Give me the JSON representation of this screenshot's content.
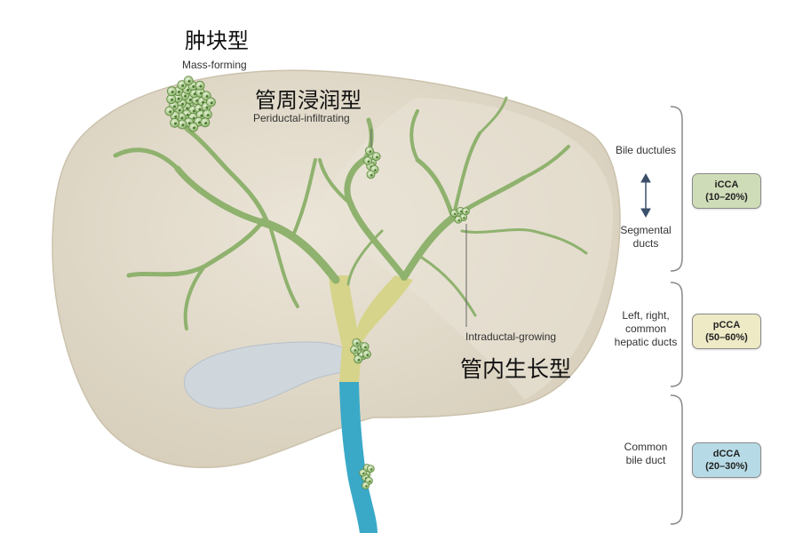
{
  "tumor_types": {
    "mass_forming": {
      "cn": "肿块型",
      "en": "Mass-forming"
    },
    "periductal": {
      "cn": "管周浸润型",
      "en": "Periductal-infiltrating"
    },
    "intraductal": {
      "cn": "管内生长型",
      "en": "Intraductal-growing"
    }
  },
  "duct_levels": {
    "bile_ductules": "Bile ductules",
    "segmental_ducts": "Segmental ducts",
    "hepatic_ducts": "Left, right, common hepatic ducts",
    "common_bile_duct": "Common bile duct"
  },
  "classes": [
    {
      "name": "iCCA",
      "range": "(10–20%)",
      "color": "#cfdcb8"
    },
    {
      "name": "pCCA",
      "range": "(50–60%)",
      "color": "#eeeac6"
    },
    {
      "name": "dCCA",
      "range": "(20–30%)",
      "color": "#b7dbe6"
    }
  ],
  "colors": {
    "liver": "#e3dccd",
    "duct_green": "#8fb26e",
    "hilar_yellow": "#d6d48a",
    "common_duct_blue": "#3aa9c8",
    "gallbladder": "#cfd6dc",
    "tumor": "#b7d69a"
  }
}
